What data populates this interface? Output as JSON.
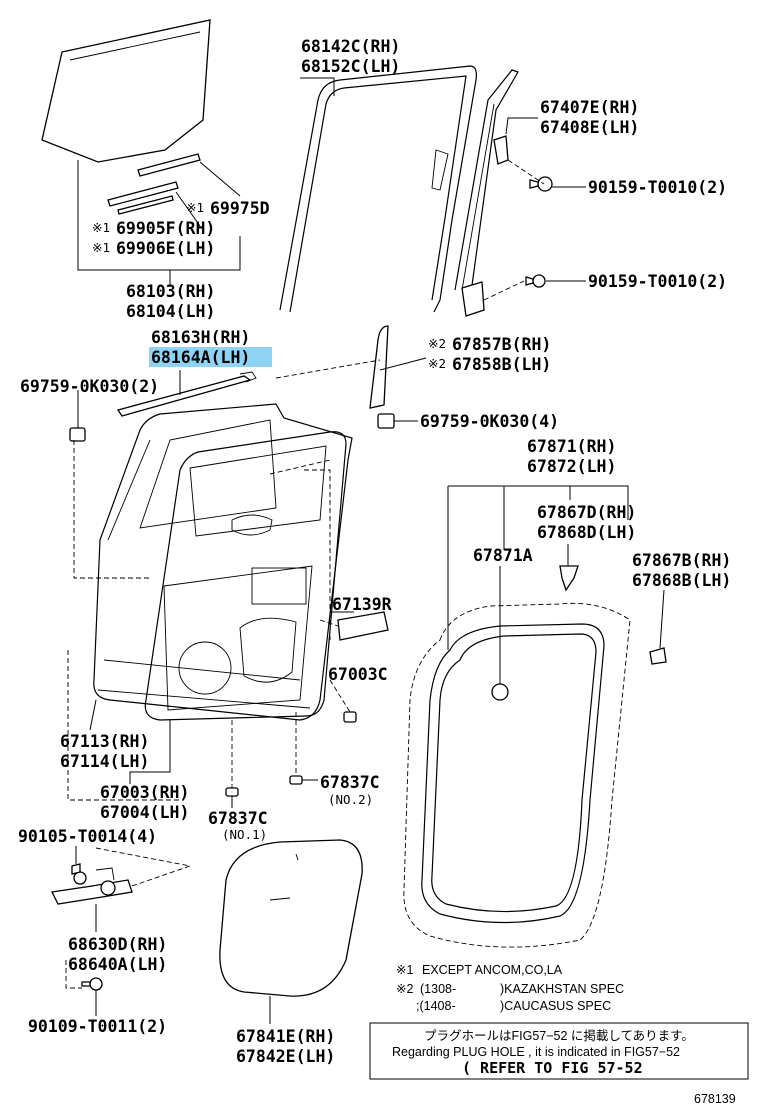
{
  "parts": {
    "p68142": [
      "68142C(RH)",
      "68152C(LH)"
    ],
    "p67407": [
      "67407E(RH)",
      "67408E(LH)"
    ],
    "p90159a": "90159-T0010(2)",
    "p90159b": "90159-T0010(2)",
    "p69975": "69975D",
    "p69905": [
      "69905F(RH)",
      "69906E(LH)"
    ],
    "p68103": [
      "68103(RH)",
      "68104(LH)"
    ],
    "p68163": [
      "68163H(RH)",
      "68164A(LH)"
    ],
    "p67857": [
      "67857B(RH)",
      "67858B(LH)"
    ],
    "p69759a": "69759-0K030(2)",
    "p69759b": "69759-0K030(4)",
    "p67871": [
      "67871(RH)",
      "67872(LH)"
    ],
    "p67867d": [
      "67867D(RH)",
      "67868D(LH)"
    ],
    "p67871a": "67871A",
    "p67867b": [
      "67867B(RH)",
      "67868B(LH)"
    ],
    "p67139": "67139R",
    "p67003c": "67003C",
    "p67113": [
      "67113(RH)",
      "67114(LH)"
    ],
    "p67003": [
      "67003(RH)",
      "67004(LH)"
    ],
    "p67837c_no2": [
      "67837C",
      "(NO.2)"
    ],
    "p67837c_no1": [
      "67837C",
      "(NO.1)"
    ],
    "p90105": "90105-T0014(4)",
    "p68630": [
      "68630D(RH)",
      "68640A(LH)"
    ],
    "p90109": "90109-T0011(2)",
    "p67841": [
      "67841E(RH)",
      "67842E(LH)"
    ]
  },
  "marks": {
    "ref1": "※1",
    "ref2": "※2"
  },
  "notes": {
    "note1_mark": "※1",
    "note1_text": "EXCEPT  ANCOM,CO,LA",
    "note2_mark": "※2",
    "note2_a": "(1308-",
    "note2_a_text": ")KAZAKHSTAN SPEC",
    "note2_b": ";(1408-",
    "note2_b_text": ")CAUCASUS SPEC"
  },
  "refbox": {
    "jp": "プラグホールはFIG57−52 に掲載してあります。",
    "en": "Regarding  PLUG HOLE , it is indicated in FIG57−52",
    "refer": "(   REFER TO FIG 57-52"
  },
  "figure_number": "678139",
  "highlight_color": "#8fd3f4"
}
